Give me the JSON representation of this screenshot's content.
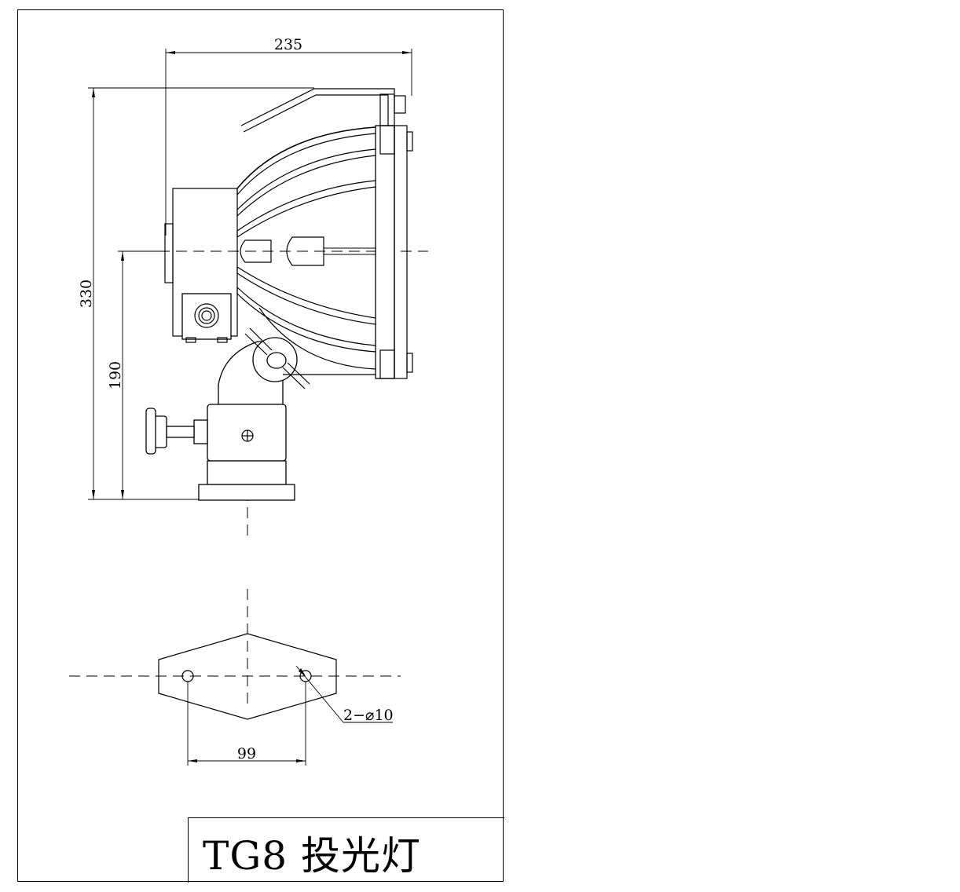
{
  "title": "TG8  投光灯",
  "dimensions": {
    "width_total": "235",
    "height_total": "330",
    "height_axis": "190",
    "hole_spacing": "99",
    "hole_note": "2−⌀10"
  }
}
